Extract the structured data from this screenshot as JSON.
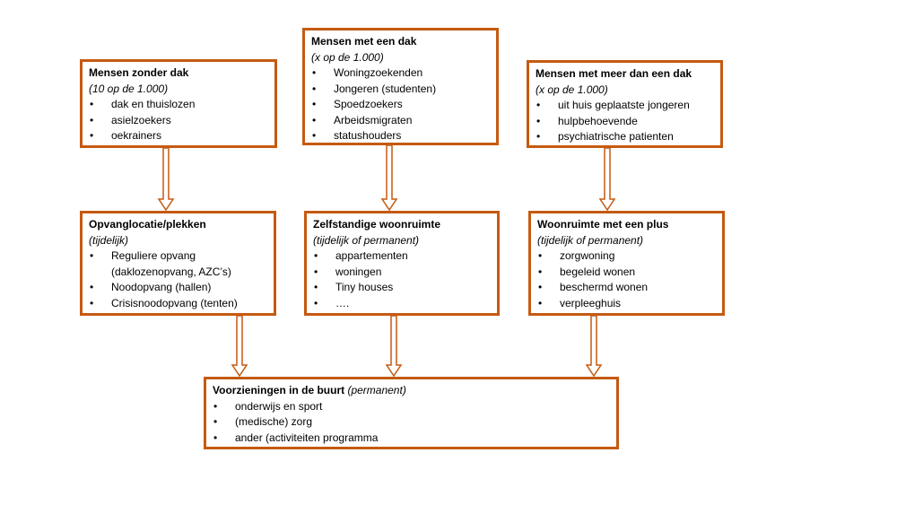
{
  "colors": {
    "border": "#C55A11",
    "arrow": "#C55A11"
  },
  "boxes": {
    "zonder_dak": {
      "title": "Mensen zonder dak",
      "subtitle": "(10 op de 1.000)",
      "items": [
        "dak en thuislozen",
        "asielzoekers",
        "oekrainers"
      ]
    },
    "met_dak": {
      "title": "Mensen met een dak",
      "subtitle": "(x op de 1.000)",
      "items": [
        "Woningzoekenden",
        "Jongeren (studenten)",
        "Spoedzoekers",
        "Arbeidsmigraten",
        "statushouders"
      ]
    },
    "meer_dan_dak": {
      "title": "Mensen met meer dan een dak",
      "subtitle": "(x op de 1.000)",
      "items": [
        "uit huis geplaatste jongeren",
        "hulpbehoevende",
        "psychiatrische patienten"
      ]
    },
    "opvang": {
      "title": "Opvanglocatie/plekken",
      "subtitle": "(tijdelijk)",
      "items": [
        "Reguliere opvang (daklozenopvang, AZC’s)",
        "Noodopvang (hallen)",
        "Crisisnoodopvang (tenten)"
      ]
    },
    "zelfstandig": {
      "title": "Zelfstandige woonruimte",
      "subtitle": "(tijdelijk of permanent)",
      "items": [
        "appartementen",
        "woningen",
        "Tiny houses",
        "…."
      ]
    },
    "plus": {
      "title": "Woonruimte met een plus",
      "subtitle": "(tijdelijk of permanent)",
      "items": [
        "zorgwoning",
        "begeleid wonen",
        "beschermd wonen",
        "verpleeghuis"
      ]
    },
    "voorzieningen": {
      "title": "Voorzieningen in de buurt",
      "subtitle": "(permanent)",
      "items": [
        "onderwijs en sport",
        "(medische) zorg",
        "ander (activiteiten programma"
      ]
    }
  }
}
